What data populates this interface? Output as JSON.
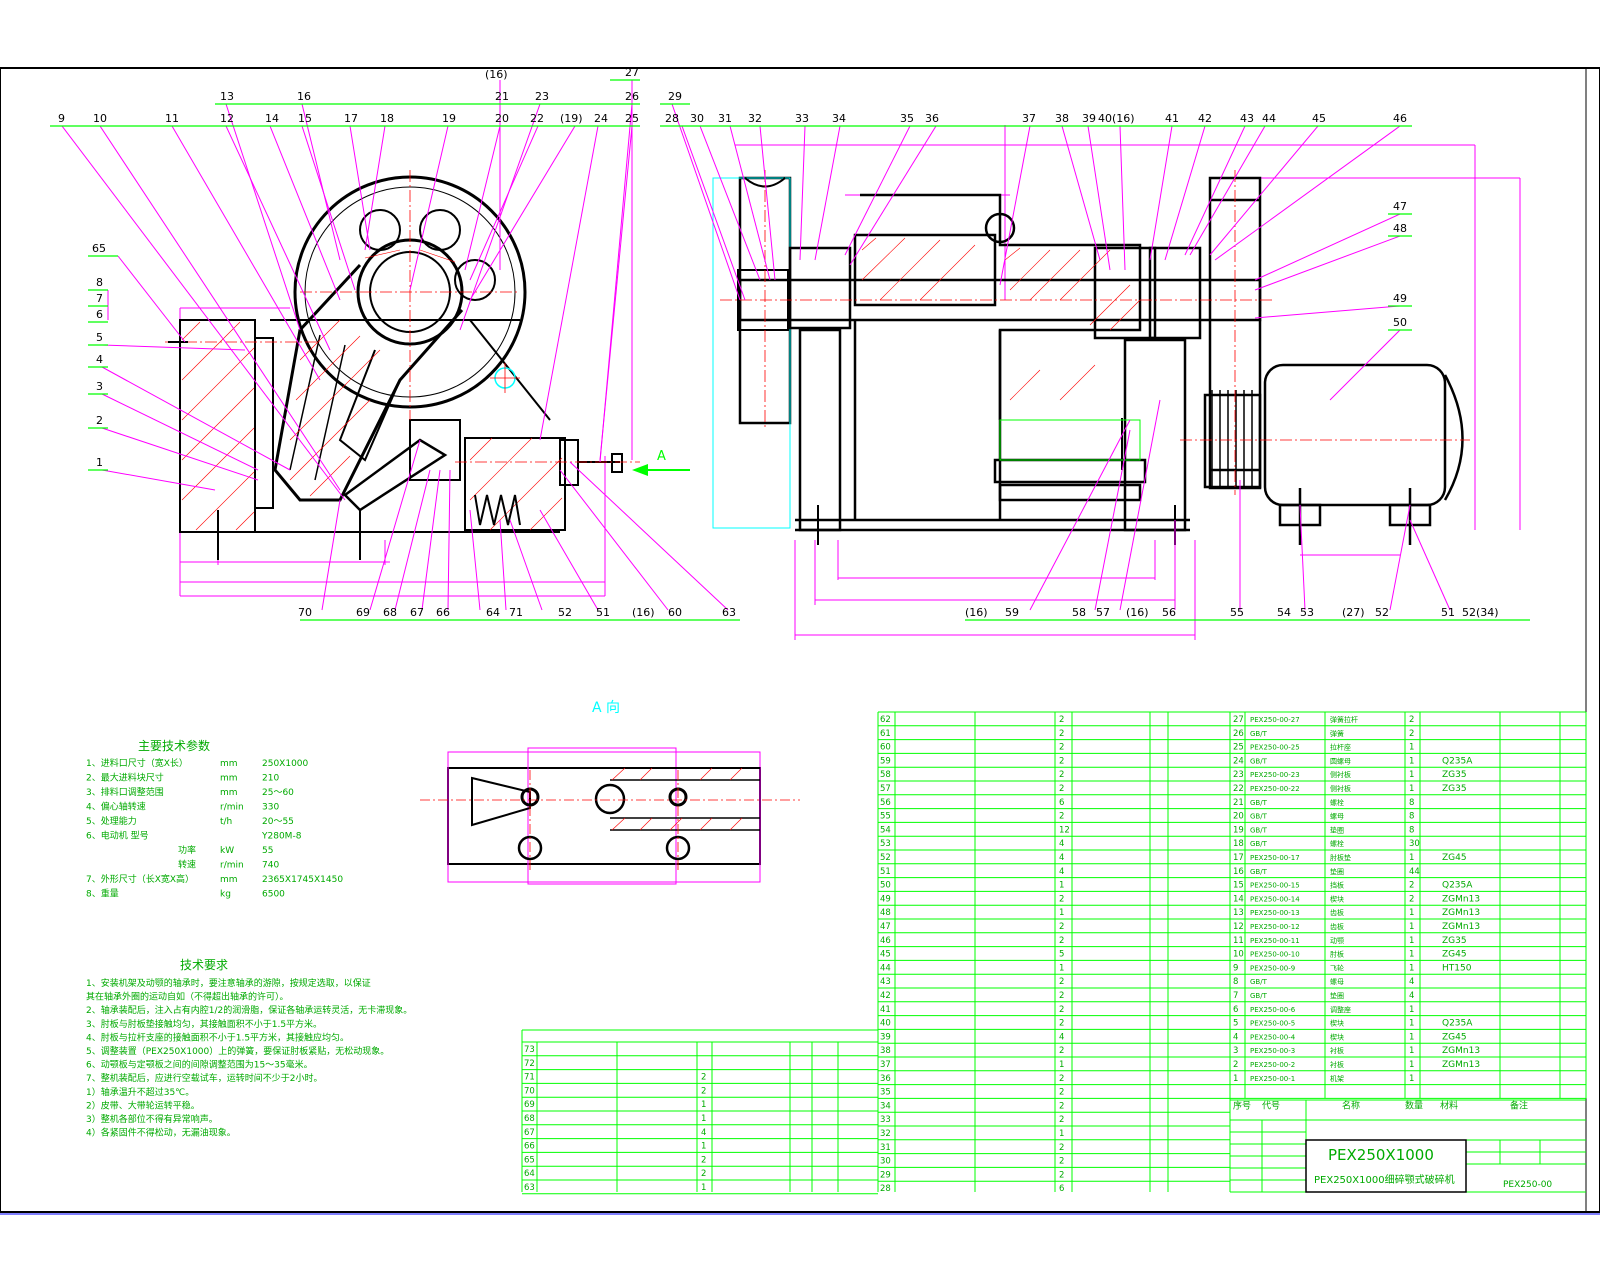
{
  "title_block": {
    "model": "PEX250X1000",
    "drawing_name": "PEX250X1000细碎颚式破碎机",
    "drawing_number": "PEX250-00",
    "headers": [
      "序号",
      "代号",
      "名称",
      "数量",
      "材料",
      "备注"
    ]
  },
  "view_label": "A 向",
  "arrow_label": "A",
  "section_titles": {
    "params": "主要技术参数",
    "requirements": "技术要求"
  },
  "params": [
    {
      "label": "1、进料口尺寸（宽X长）",
      "unit": "mm",
      "value": "250X1000"
    },
    {
      "label": "2、最大进料块尺寸",
      "unit": "mm",
      "value": "210"
    },
    {
      "label": "3、排料口调整范围",
      "unit": "mm",
      "value": "25～60"
    },
    {
      "label": "4、偏心轴转速",
      "unit": "r/min",
      "value": "330"
    },
    {
      "label": "5、处理能力",
      "unit": "t/h",
      "value": "20～55"
    },
    {
      "label": "6、电动机  型号",
      "unit": "",
      "value": "Y280M-8"
    },
    {
      "label": "功率",
      "unit": "kW",
      "value": "55"
    },
    {
      "label": "转速",
      "unit": "r/min",
      "value": "740"
    },
    {
      "label": "7、外形尺寸（长X宽X高）",
      "unit": "mm",
      "value": "2365X1745X1450"
    },
    {
      "label": "8、重量",
      "unit": "kg",
      "value": "6500"
    }
  ],
  "requirements": [
    "1、安装机架及动颚的轴承时，要注意轴承的游隙，按规定选取，以保证",
    "   其在轴承外圈的运动自如（不得超出轴承的许可）。",
    "2、轴承装配后，注入占有内腔1/2的润滑脂，保证各轴承运转灵活，无卡滞现象。",
    "3、肘板与肘板垫接触均匀，其接触面积不小于1.5平方米。",
    "4、肘板与拉杆支座的接触面积不小于1.5平方米，其接触应均匀。",
    "5、调整装置（PEX250X1000）上的弹簧，要保证肘板紧贴，无松动现象。",
    "6、动颚板与定颚板之间的间隙调整范围为15～35毫米。",
    "7、整机装配后，应进行空载试车，运转时间不少于2小时。",
    "   1）轴承温升不超过35℃。",
    "   2）皮带、大带轮运转平稳。",
    "   3）整机各部位不得有异常响声。",
    "   4）各紧固件不得松动，无漏油现象。"
  ],
  "callouts_left": [
    "9",
    "10",
    "11",
    "12",
    "13",
    "14",
    "15",
    "16",
    "17",
    "18",
    "19",
    "20",
    "21",
    "22",
    "(19)",
    "23",
    "24",
    "25",
    "26",
    "27",
    "(16)"
  ],
  "callouts_left_side": [
    "65",
    "8",
    "7",
    "6",
    "5",
    "4",
    "3",
    "2",
    "1"
  ],
  "callouts_left_bottom": [
    "70",
    "69",
    "68",
    "67",
    "66",
    "64",
    "71",
    "52",
    "51",
    "(16)",
    "60",
    "63"
  ],
  "callouts_right_top": [
    "29",
    "28",
    "30",
    "31",
    "32",
    "33",
    "34",
    "35",
    "36",
    "37",
    "38",
    "39",
    "40(16)",
    "41",
    "42",
    "43",
    "44",
    "45",
    "46"
  ],
  "callouts_right_side": [
    "47",
    "48",
    "49",
    "50"
  ],
  "callouts_right_bottom": [
    "(16)",
    "59",
    "58",
    "57",
    "(16)",
    "56",
    "55",
    "54",
    "53",
    "(27)",
    "52",
    "51",
    "52(34)"
  ],
  "bom_right": [
    [
      "27",
      "PEX250-00-27",
      "弹簧拉杆",
      "2",
      ""
    ],
    [
      "26",
      "GB/T",
      "弹簧",
      "2",
      ""
    ],
    [
      "25",
      "PEX250-00-25",
      "拉杆座",
      "1",
      ""
    ],
    [
      "24",
      "GB/T",
      "圆螺母",
      "1",
      "Q235A"
    ],
    [
      "23",
      "PEX250-00-23",
      "侧衬板",
      "1",
      "ZG35"
    ],
    [
      "22",
      "PEX250-00-22",
      "侧衬板",
      "1",
      "ZG35"
    ],
    [
      "21",
      "GB/T",
      "螺栓",
      "8",
      ""
    ],
    [
      "20",
      "GB/T",
      "螺母",
      "8",
      ""
    ],
    [
      "19",
      "GB/T",
      "垫圈",
      "8",
      ""
    ],
    [
      "18",
      "GB/T",
      "螺栓",
      "30",
      ""
    ],
    [
      "17",
      "PEX250-00-17",
      "肘板垫",
      "1",
      "ZG45"
    ],
    [
      "16",
      "GB/T",
      "垫圈",
      "44",
      ""
    ],
    [
      "15",
      "PEX250-00-15",
      "挡板",
      "2",
      "Q235A"
    ],
    [
      "14",
      "PEX250-00-14",
      "楔块",
      "2",
      "ZGMn13"
    ],
    [
      "13",
      "PEX250-00-13",
      "齿板",
      "1",
      "ZGMn13"
    ],
    [
      "12",
      "PEX250-00-12",
      "齿板",
      "1",
      "ZGMn13"
    ],
    [
      "11",
      "PEX250-00-11",
      "动颚",
      "1",
      "ZG35"
    ],
    [
      "10",
      "PEX250-00-10",
      "肘板",
      "1",
      "ZG45"
    ],
    [
      "9",
      "PEX250-00-9",
      "飞轮",
      "1",
      "HT150"
    ],
    [
      "8",
      "GB/T",
      "螺母",
      "4",
      ""
    ],
    [
      "7",
      "GB/T",
      "垫圈",
      "4",
      ""
    ],
    [
      "6",
      "PEX250-00-6",
      "调整座",
      "1",
      ""
    ],
    [
      "5",
      "PEX250-00-5",
      "楔块",
      "1",
      "Q235A"
    ],
    [
      "4",
      "PEX250-00-4",
      "楔块",
      "1",
      "ZG45"
    ],
    [
      "3",
      "PEX250-00-3",
      "衬板",
      "1",
      "ZGMn13"
    ],
    [
      "2",
      "PEX250-00-2",
      "衬板",
      "1",
      "ZGMn13"
    ],
    [
      "1",
      "PEX250-00-1",
      "机架",
      "1",
      ""
    ]
  ],
  "bom_middle_numbers": [
    "62",
    "61",
    "60",
    "59",
    "58",
    "57",
    "56",
    "55",
    "54",
    "53",
    "52",
    "51",
    "50",
    "49",
    "48",
    "47",
    "46",
    "45",
    "44",
    "43",
    "42",
    "41",
    "40",
    "39",
    "38",
    "37",
    "36",
    "35",
    "34",
    "33",
    "32",
    "31",
    "30",
    "29",
    "28"
  ],
  "bom_middle_qty": [
    "2",
    "2",
    "2",
    "2",
    "2",
    "2",
    "6",
    "2",
    "12",
    "4",
    "4",
    "4",
    "1",
    "2",
    "1",
    "2",
    "2",
    "5",
    "1",
    "2",
    "2",
    "2",
    "2",
    "4",
    "2",
    "1",
    "2",
    "2",
    "2",
    "2",
    "1",
    "2",
    "2",
    "2",
    "6"
  ],
  "bom_left_numbers": [
    "73",
    "72",
    "71",
    "70",
    "69",
    "68",
    "67",
    "66",
    "65",
    "64",
    "63"
  ],
  "bom_left_qty": [
    "",
    "",
    "2",
    "2",
    "1",
    "1",
    "4",
    "1",
    "2",
    "2",
    "1"
  ],
  "colors": {
    "line": "#00ff00",
    "leader": "#ff00ff",
    "center": "#ff0000",
    "part": "#000000",
    "aux": "#00ffff",
    "text": "#00aa00"
  }
}
